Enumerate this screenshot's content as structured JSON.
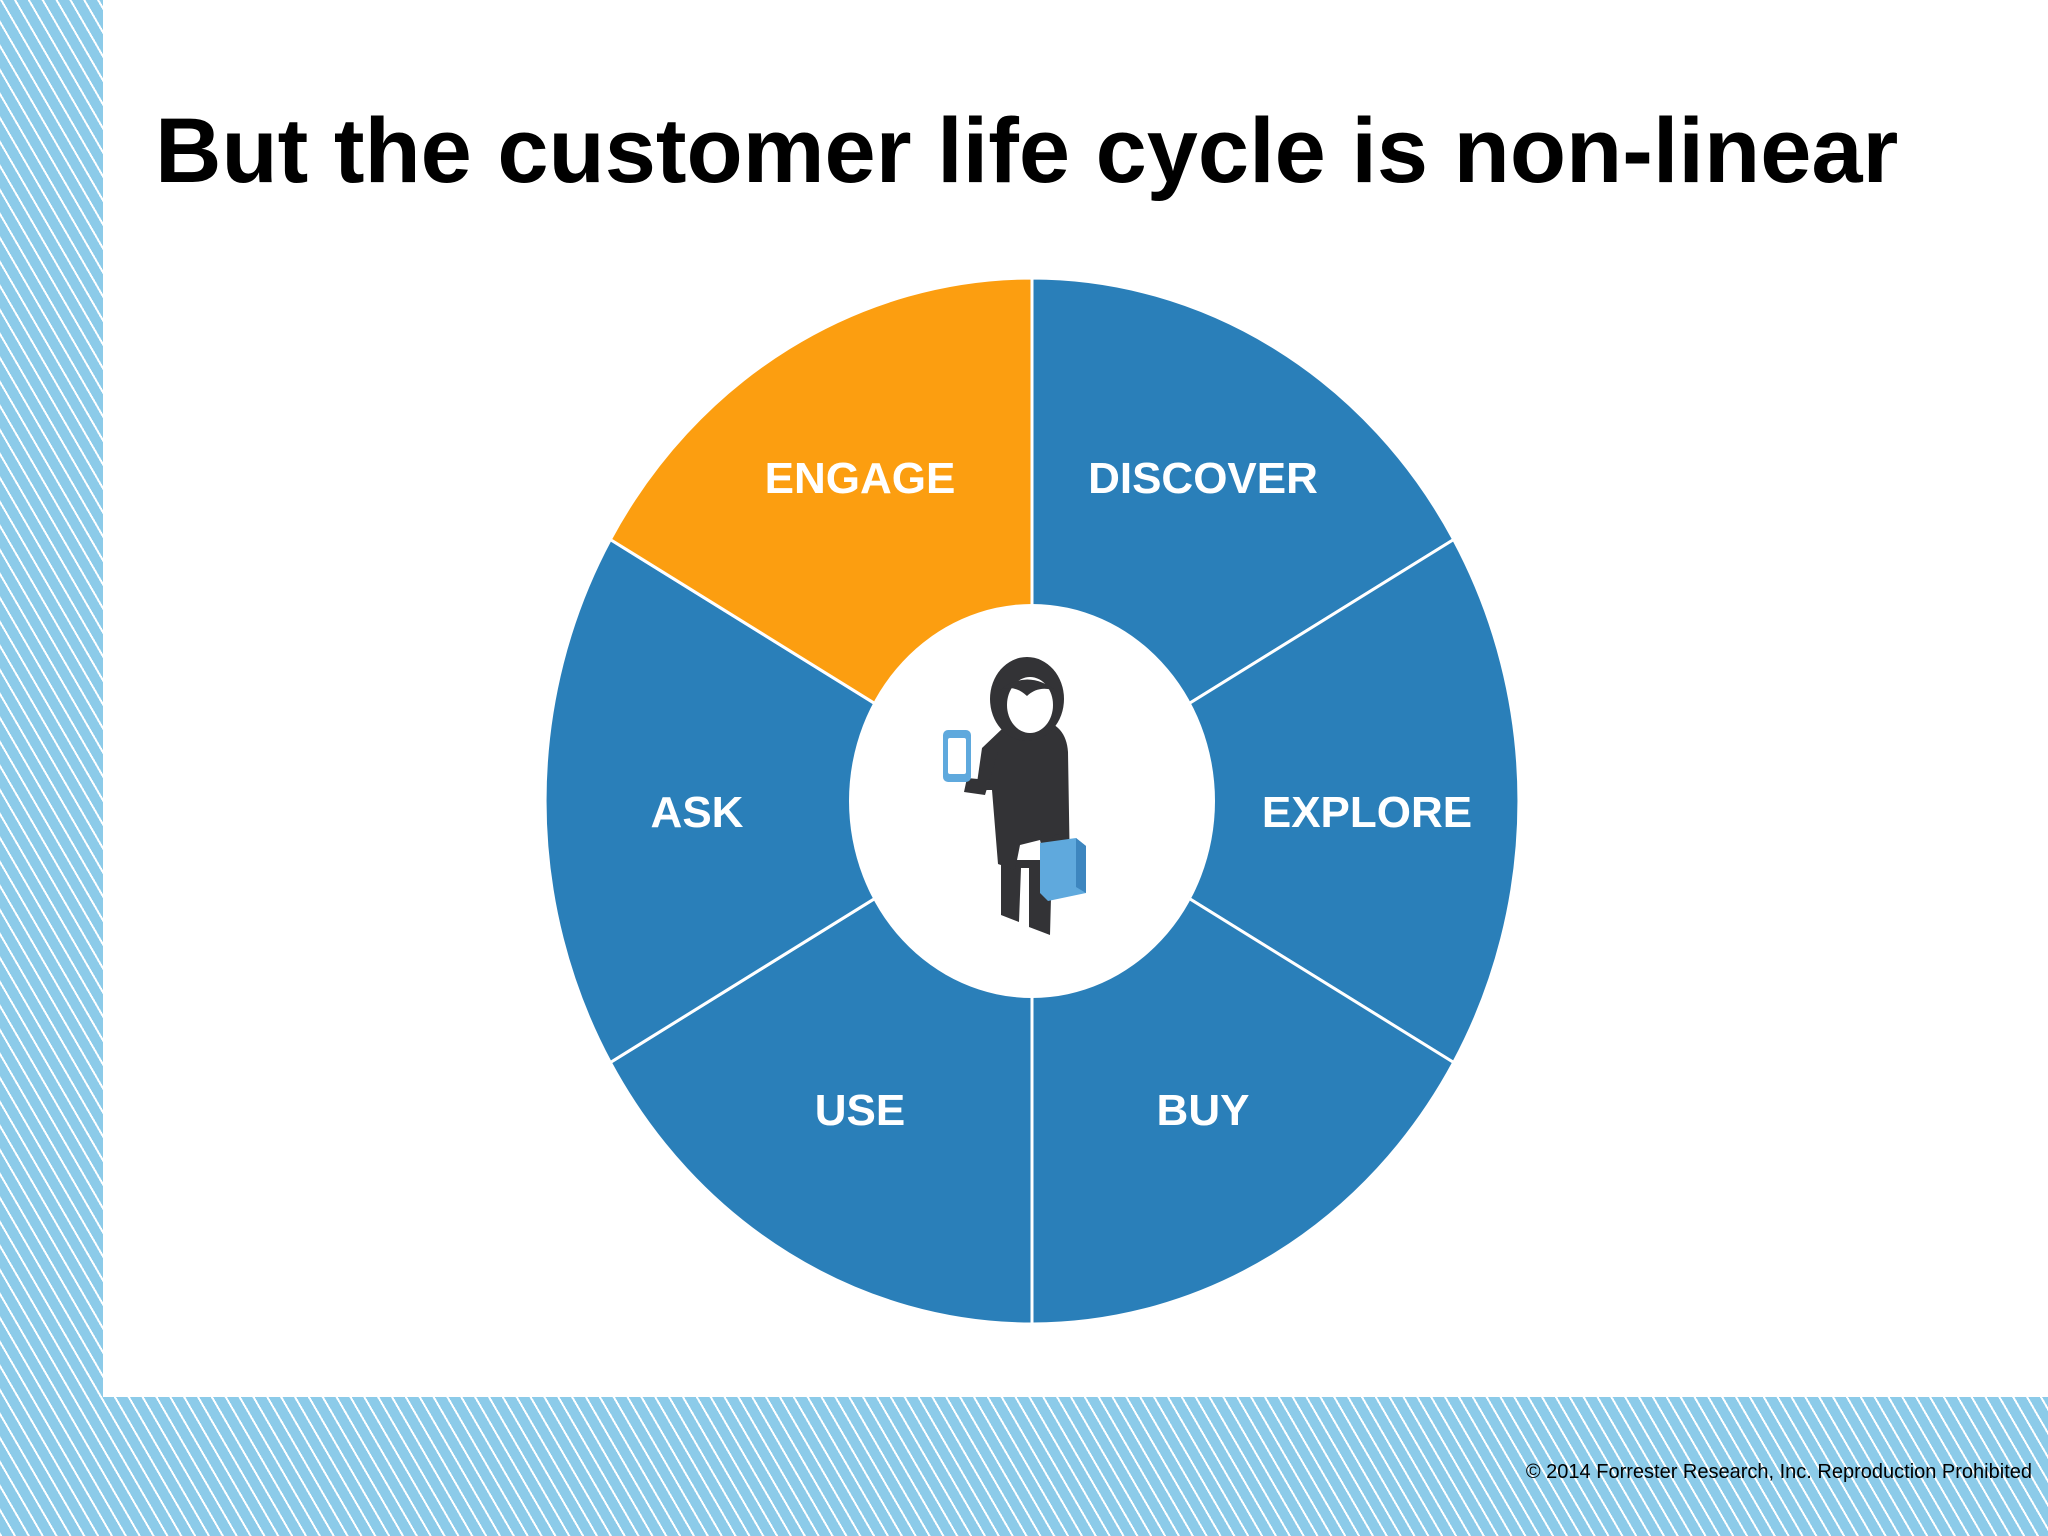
{
  "slide": {
    "title": "But the customer life cycle is non-linear",
    "copyright": "© 2014 Forrester Research, Inc. Reproduction Prohibited"
  },
  "diagram": {
    "type": "cycle-wheel",
    "center_icon": "person-with-phone-and-shopping-bag-icon",
    "segments": [
      {
        "label": "DISCOVER",
        "color": "#2a7fb9"
      },
      {
        "label": "EXPLORE",
        "color": "#2a7fb9"
      },
      {
        "label": "BUY",
        "color": "#2a7fb9"
      },
      {
        "label": "USE",
        "color": "#2a7fb9"
      },
      {
        "label": "ASK",
        "color": "#2a7fb9"
      },
      {
        "label": "ENGAGE",
        "color": "#fc9e10",
        "highlighted": true
      }
    ]
  },
  "colors": {
    "background_stripe": "#8ccbe9",
    "segment_blue": "#2a7fb9",
    "segment_highlight": "#fc9e10",
    "figure": "#333336",
    "device_blue": "#5fa9dd"
  }
}
